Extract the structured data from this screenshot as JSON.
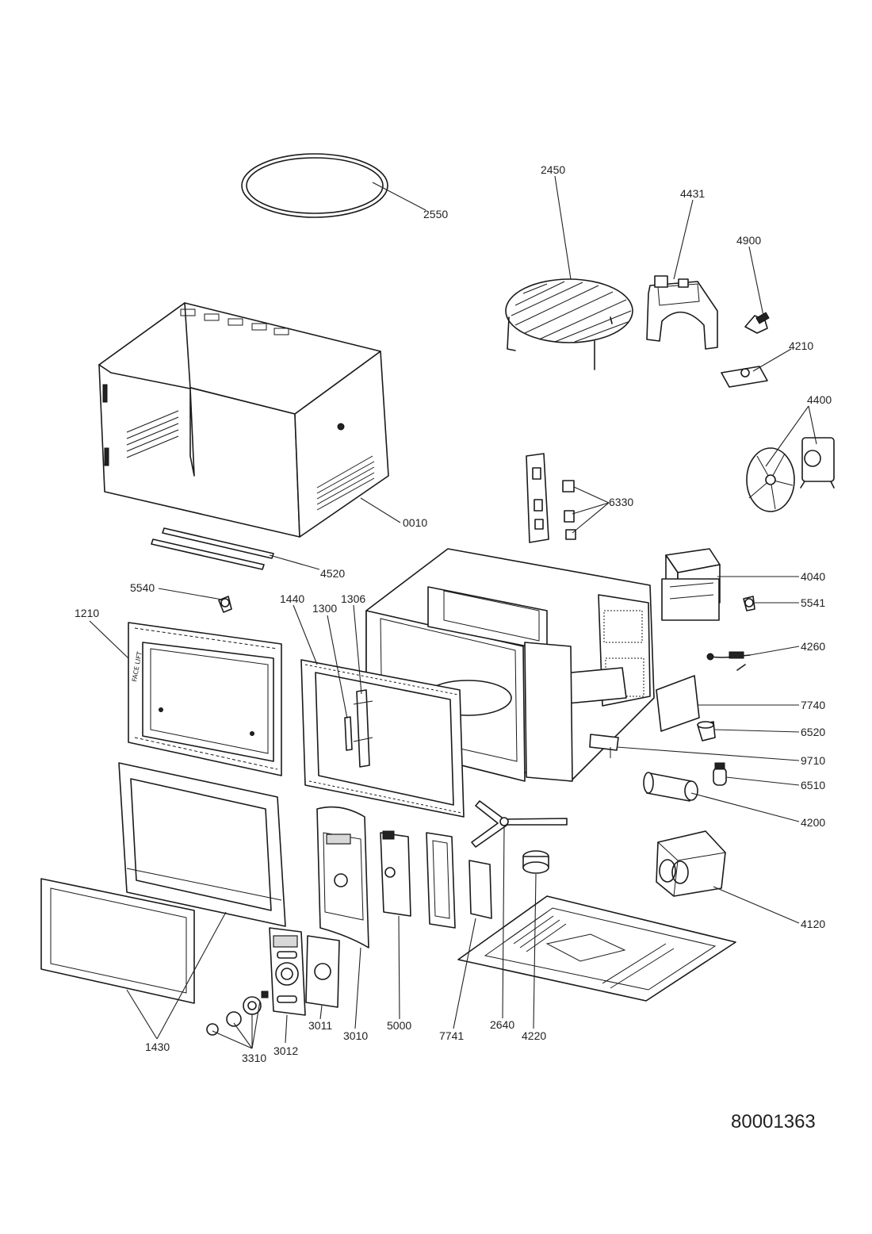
{
  "diagram": {
    "document_number": "80001363",
    "labels": {
      "p2550": "2550",
      "p2450": "2450",
      "p4431": "4431",
      "p4900": "4900",
      "p4210": "4210",
      "p4400": "4400",
      "p0010": "0010",
      "p6330": "6330",
      "p4520": "4520",
      "p4040": "4040",
      "p5540": "5540",
      "p1440": "1440",
      "p1306": "1306",
      "p1300": "1300",
      "p1210": "1210",
      "p5541": "5541",
      "p4260": "4260",
      "p7740": "7740",
      "p6520": "6520",
      "p9710": "9710",
      "p6510": "6510",
      "p4200": "4200",
      "p4120": "4120",
      "p1430": "1430",
      "p3310": "3310",
      "p3012": "3012",
      "p3011": "3011",
      "p3010": "3010",
      "p5000": "5000",
      "p7741": "7741",
      "p2640": "2640",
      "p4220": "4220"
    },
    "stamps": {
      "face_lift": "FACE LIFT"
    }
  }
}
